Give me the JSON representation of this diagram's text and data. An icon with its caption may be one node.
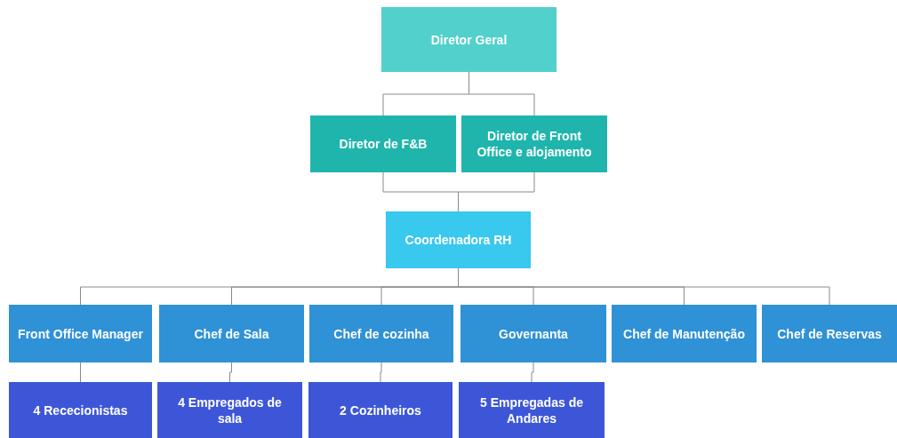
{
  "diagram": {
    "nodes": [
      {
        "text": [
          "Diretor Geral"
        ]
      },
      {
        "text": [
          "Diretor de F&B"
        ]
      },
      {
        "text": [
          "Diretor de Front Office e alojamento"
        ]
      },
      {
        "text": [
          "Coordenadora RH"
        ]
      },
      {
        "text": [
          "Front Office Manager"
        ]
      },
      {
        "text": [
          "Chef de Sala"
        ]
      },
      {
        "text": [
          "Chef de cozinha"
        ]
      },
      {
        "text": [
          "Governanta"
        ]
      },
      {
        "text": [
          "Chef de Manutenção"
        ]
      },
      {
        "text": [
          "Chef de Reservas"
        ]
      },
      {
        "text": [
          "4 Rececionistas"
        ]
      },
      {
        "text": [
          "4 Empregados de sala"
        ]
      },
      {
        "text": [
          "2 Cozinheiros"
        ]
      },
      {
        "text": [
          "5 Empregadas de Andares"
        ]
      }
    ],
    "edges": [
      {
        "from": 0,
        "to": 1,
        "arrow": "none"
      },
      {
        "from": 0,
        "to": 2,
        "arrow": "none"
      },
      {
        "from": 1,
        "to": 3,
        "arrow": "none"
      },
      {
        "from": 2,
        "to": 3,
        "arrow": "none"
      },
      {
        "from": 3,
        "to": 4,
        "arrow": "none"
      },
      {
        "from": 3,
        "to": 5,
        "arrow": "none"
      },
      {
        "from": 3,
        "to": 6,
        "arrow": "none"
      },
      {
        "from": 3,
        "to": 7,
        "arrow": "none"
      },
      {
        "from": 3,
        "to": 8,
        "arrow": "none"
      },
      {
        "from": 3,
        "to": 9,
        "arrow": "none"
      },
      {
        "from": 4,
        "to": 10,
        "arrow": "none"
      },
      {
        "from": 5,
        "to": 11,
        "arrow": "none"
      },
      {
        "from": 6,
        "to": 12,
        "arrow": "none"
      },
      {
        "from": 7,
        "to": 13,
        "arrow": "none"
      }
    ]
  }
}
